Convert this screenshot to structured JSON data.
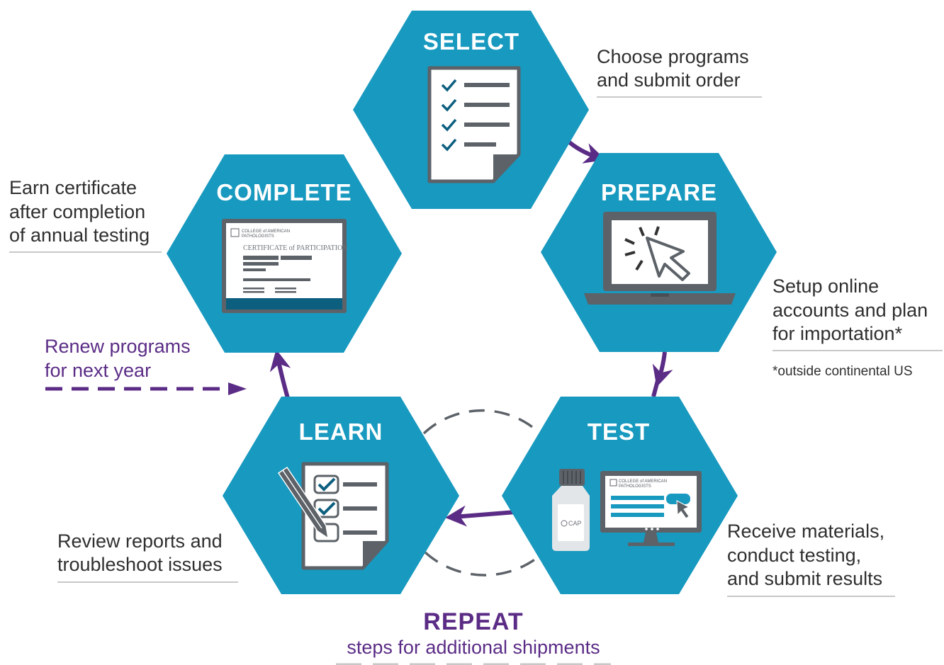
{
  "steps": {
    "select": {
      "title": "SELECT",
      "description": [
        "Choose programs",
        "and submit order"
      ]
    },
    "prepare": {
      "title": "PREPARE",
      "description": [
        "Setup online",
        "accounts and plan",
        "for importation*"
      ],
      "footnote": "*outside continental US"
    },
    "test": {
      "title": "TEST",
      "description": [
        "Receive materials,",
        "conduct testing,",
        "and submit results"
      ],
      "bottle_label": "CAP",
      "screen_org": [
        "COLLEGE of AMERICAN",
        "PATHOLOGISTS"
      ]
    },
    "learn": {
      "title": "LEARN",
      "description": [
        "Review reports and",
        "troubleshoot issues"
      ]
    },
    "complete": {
      "title": "COMPLETE",
      "description": [
        "Earn certificate",
        "after completion",
        "of annual testing"
      ],
      "certificate_org": [
        "COLLEGE of AMERICAN",
        "PATHOLOGISTS"
      ],
      "certificate_title": "CERTIFICATE of PARTICIPATION"
    }
  },
  "renew": [
    "Renew programs",
    "for next year"
  ],
  "repeat": {
    "title": "REPEAT",
    "subtitle": "steps for additional shipments"
  },
  "colors": {
    "hexagon": "#1899bf",
    "purple": "#5b2c86",
    "icon_gray": "#5c6268",
    "icon_dark_teal": "#0d5f80",
    "text": "#2f2f2f",
    "rule": "#c8c8c8"
  }
}
